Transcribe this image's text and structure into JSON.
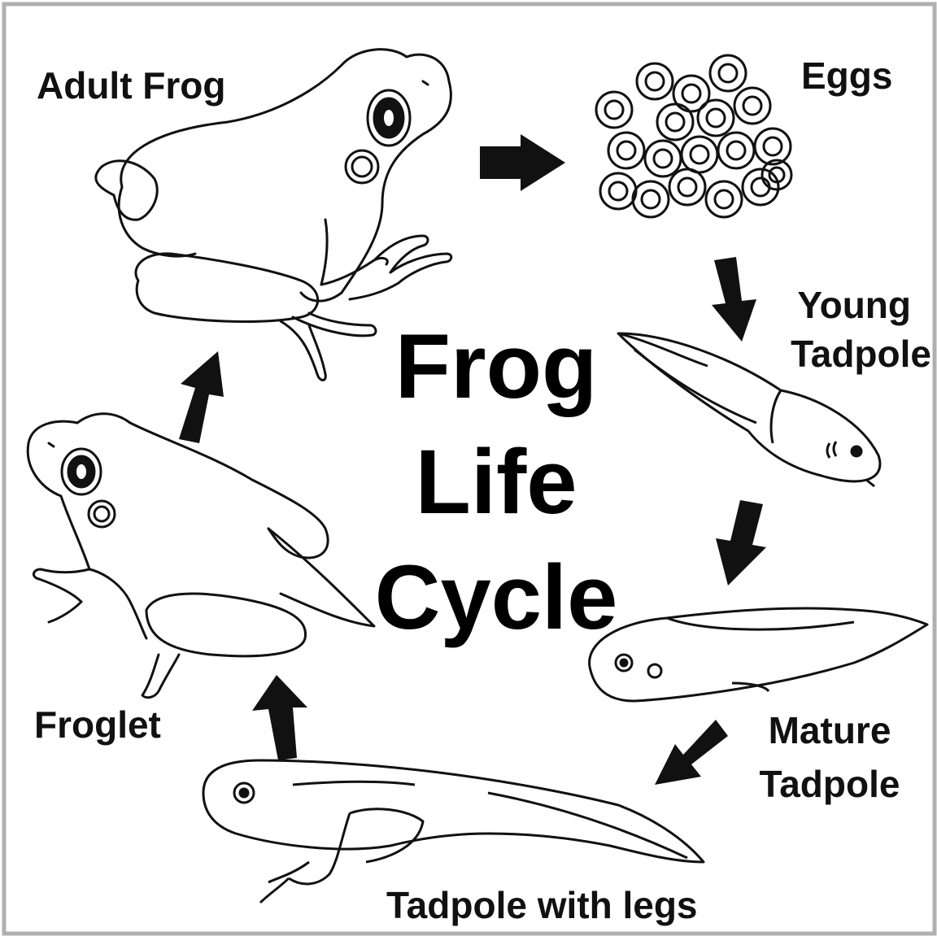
{
  "diagram": {
    "title_lines": [
      "Frog",
      "Life",
      "Cycle"
    ],
    "stages": {
      "adult_frog": "Adult Frog",
      "eggs": "Eggs",
      "young_tadpole": [
        "Young",
        "Tadpole"
      ],
      "mature_tadpole": [
        "Mature",
        "Tadpole"
      ],
      "tadpole_with_legs": "Tadpole with legs",
      "froglet": "Froglet"
    },
    "colors": {
      "ink": "#111111",
      "frame": "#b0b0b0",
      "background": "#ffffff"
    },
    "arrows": [
      {
        "from": "Adult Frog",
        "to": "Eggs"
      },
      {
        "from": "Eggs",
        "to": "Young Tadpole"
      },
      {
        "from": "Young Tadpole",
        "to": "Mature Tadpole"
      },
      {
        "from": "Mature Tadpole",
        "to": "Tadpole with legs"
      },
      {
        "from": "Tadpole with legs",
        "to": "Froglet"
      },
      {
        "from": "Froglet",
        "to": "Adult Frog"
      }
    ]
  }
}
